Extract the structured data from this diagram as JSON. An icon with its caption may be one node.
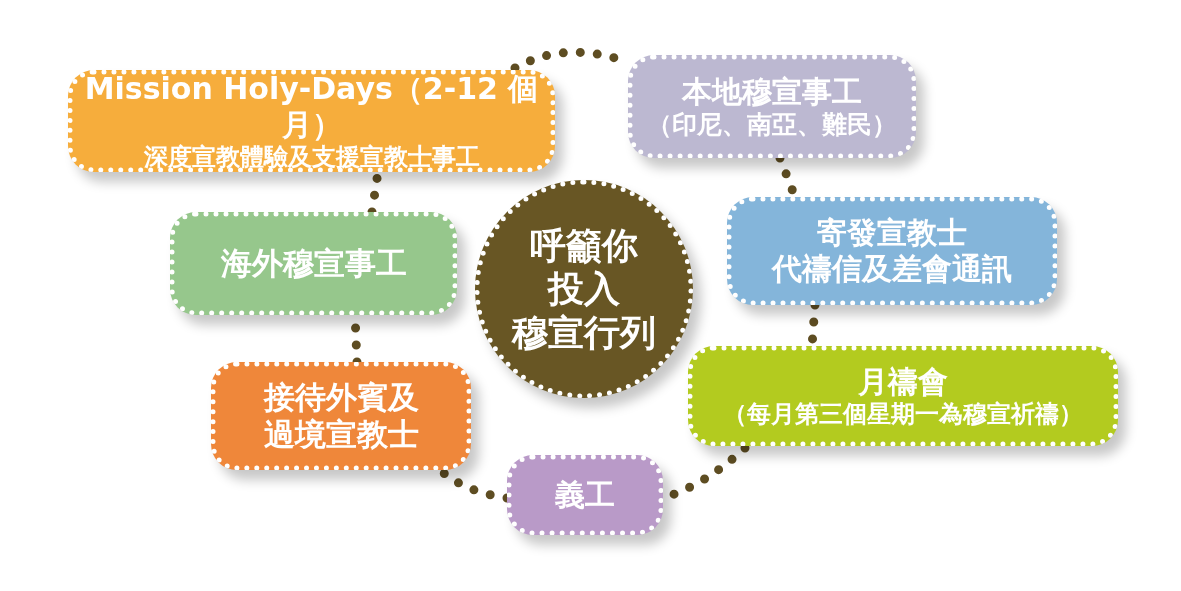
{
  "diagram": {
    "nodes": [
      {
        "text": [
          "呼籲你",
          "投入",
          "穆宣行列"
        ]
      },
      {
        "text": [
          "Mission Holy-Days（2-12 個月）",
          "深度宣教體驗及支援宣教士事工"
        ]
      },
      {
        "text": [
          "本地穆宣事工",
          "（印尼、南亞、難民）"
        ]
      },
      {
        "text": [
          "寄發宣教士",
          "代禱信及差會通訊"
        ]
      },
      {
        "text": [
          "月禱會",
          "（每月第三個星期一為穆宣祈禱）"
        ]
      },
      {
        "text": [
          "義工"
        ]
      },
      {
        "text": [
          "接待外賓及過境宣教士"
        ]
      },
      {
        "text": [
          "海外穆宣事工"
        ]
      }
    ],
    "edges": [
      {
        "from": 1,
        "to": 2,
        "arrow": "none"
      },
      {
        "from": 2,
        "to": 3,
        "arrow": "none"
      },
      {
        "from": 3,
        "to": 4,
        "arrow": "none"
      },
      {
        "from": 4,
        "to": 5,
        "arrow": "none"
      },
      {
        "from": 5,
        "to": 6,
        "arrow": "none"
      },
      {
        "from": 6,
        "to": 7,
        "arrow": "none"
      },
      {
        "from": 7,
        "to": 1,
        "arrow": "none"
      }
    ]
  }
}
